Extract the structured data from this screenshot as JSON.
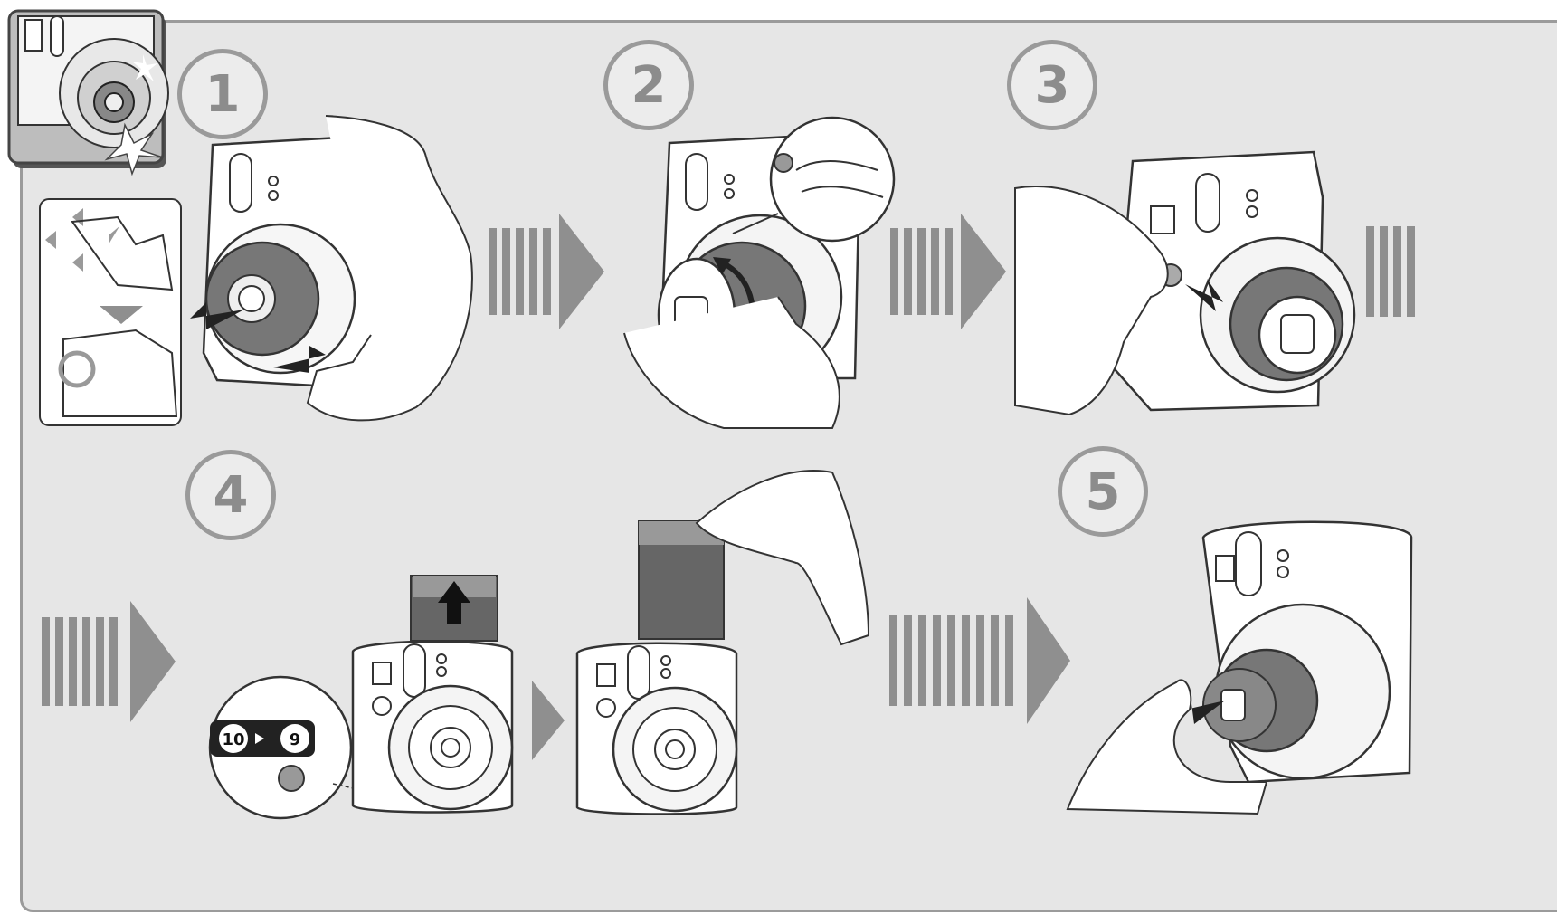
{
  "steps": [
    "1",
    "2",
    "3",
    "4",
    "5"
  ],
  "counter": {
    "from": "10",
    "to": "9"
  },
  "colors": {
    "panel_bg": "#e6e6e6",
    "arrow_gray": "#8f8f8f",
    "step_ring": "#9a9a9a",
    "outline": "#2b2b2b",
    "film": "#666666"
  },
  "icons": [
    "camera-lens-flash-icon",
    "step-arrow-icon",
    "push-arrow-icon",
    "rotate-arrow-icon",
    "eject-arrow-icon"
  ]
}
